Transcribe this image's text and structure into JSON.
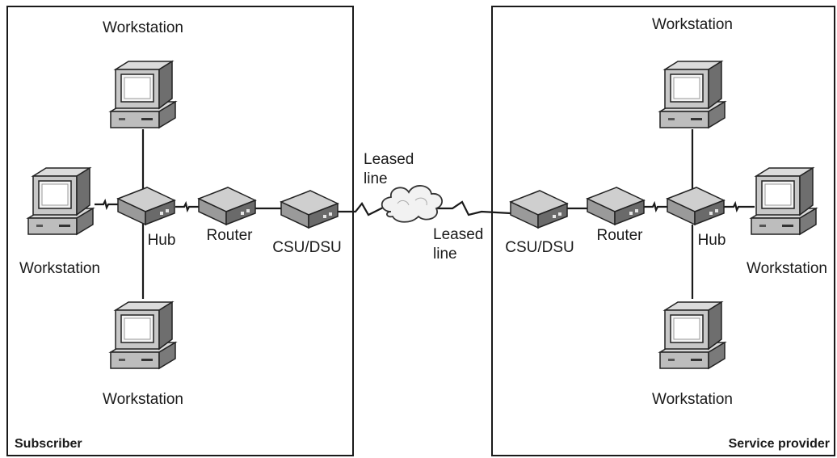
{
  "subscriber": {
    "caption": "Subscriber",
    "top_workstation": "Workstation",
    "left_workstation": "Workstation",
    "bottom_workstation": "Workstation",
    "hub": "Hub",
    "router": "Router",
    "csu_dsu": "CSU/DSU"
  },
  "provider": {
    "caption": "Service provider",
    "top_workstation": "Workstation",
    "right_workstation": "Workstation",
    "bottom_workstation": "Workstation",
    "hub": "Hub",
    "router": "Router",
    "csu_dsu": "CSU/DSU"
  },
  "wan": {
    "leased_left_l1": "Leased",
    "leased_left_l2": "line",
    "leased_right_l1": "Leased",
    "leased_right_l2": "line"
  }
}
